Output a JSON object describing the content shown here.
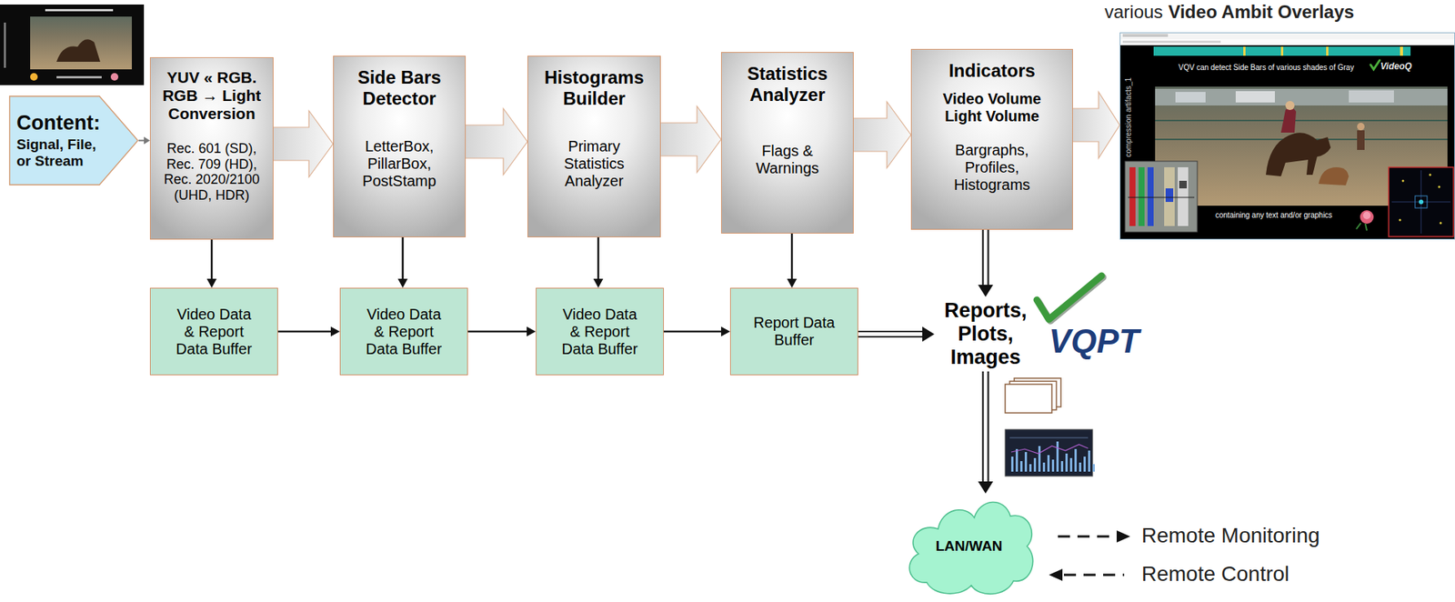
{
  "diagram": {
    "nodes": [
      {
        "text": [
          "Content:",
          "Signal, File, or Stream"
        ]
      },
      {
        "text": [
          "YUV « RGB. RGB → Light Conversion",
          "Rec. 601 (SD), Rec. 709 (HD), Rec. 2020/2100 (UHD, HDR)"
        ]
      },
      {
        "text": [
          "Side Bars Detector",
          "LetterBox, PillarBox, PostStamp"
        ]
      },
      {
        "text": [
          "Histograms Builder",
          "Primary Statistics Analyzer"
        ]
      },
      {
        "text": [
          "Statistics Analyzer",
          "Flags & Warnings"
        ]
      },
      {
        "text": [
          "Indicators",
          "Video Volume",
          "Light Volume",
          "Bargraphs, Profiles, Histograms"
        ]
      },
      {
        "text": [
          "Video Data & Report Data Buffer"
        ]
      },
      {
        "text": [
          "Video Data & Report Data Buffer"
        ]
      },
      {
        "text": [
          "Video Data & Report Data Buffer"
        ]
      },
      {
        "text": [
          "Report Data Buffer"
        ]
      },
      {
        "text": [
          "Reports, Plots, Images"
        ]
      },
      {
        "text": [
          "LAN/WAN"
        ]
      }
    ],
    "edges": [
      {
        "from": 0,
        "to": 1,
        "arrow": "to"
      },
      {
        "from": 1,
        "to": 2,
        "arrow": "to"
      },
      {
        "from": 2,
        "to": 3,
        "arrow": "to"
      },
      {
        "from": 3,
        "to": 4,
        "arrow": "to"
      },
      {
        "from": 4,
        "to": 5,
        "arrow": "to"
      },
      {
        "from": 1,
        "to": 6,
        "arrow": "to"
      },
      {
        "from": 2,
        "to": 7,
        "arrow": "to"
      },
      {
        "from": 3,
        "to": 8,
        "arrow": "to"
      },
      {
        "from": 4,
        "to": 9,
        "arrow": "to"
      },
      {
        "from": 6,
        "to": 7,
        "arrow": "to"
      },
      {
        "from": 7,
        "to": 8,
        "arrow": "to"
      },
      {
        "from": 8,
        "to": 9,
        "arrow": "to"
      },
      {
        "from": 9,
        "to": 10,
        "arrow": "to"
      },
      {
        "from": 5,
        "to": 10,
        "arrow": "to"
      },
      {
        "from": 10,
        "to": 11,
        "arrow": "to"
      }
    ],
    "labels": [
      "various",
      "Video Ambit Overlays",
      "VQV can detect Side Bars of various shades of Gray",
      "VideoQ",
      "compression artifacts_1",
      "containing any text and/or graphics",
      "VQPT",
      "Remote Monitoring",
      "Remote Control"
    ]
  }
}
